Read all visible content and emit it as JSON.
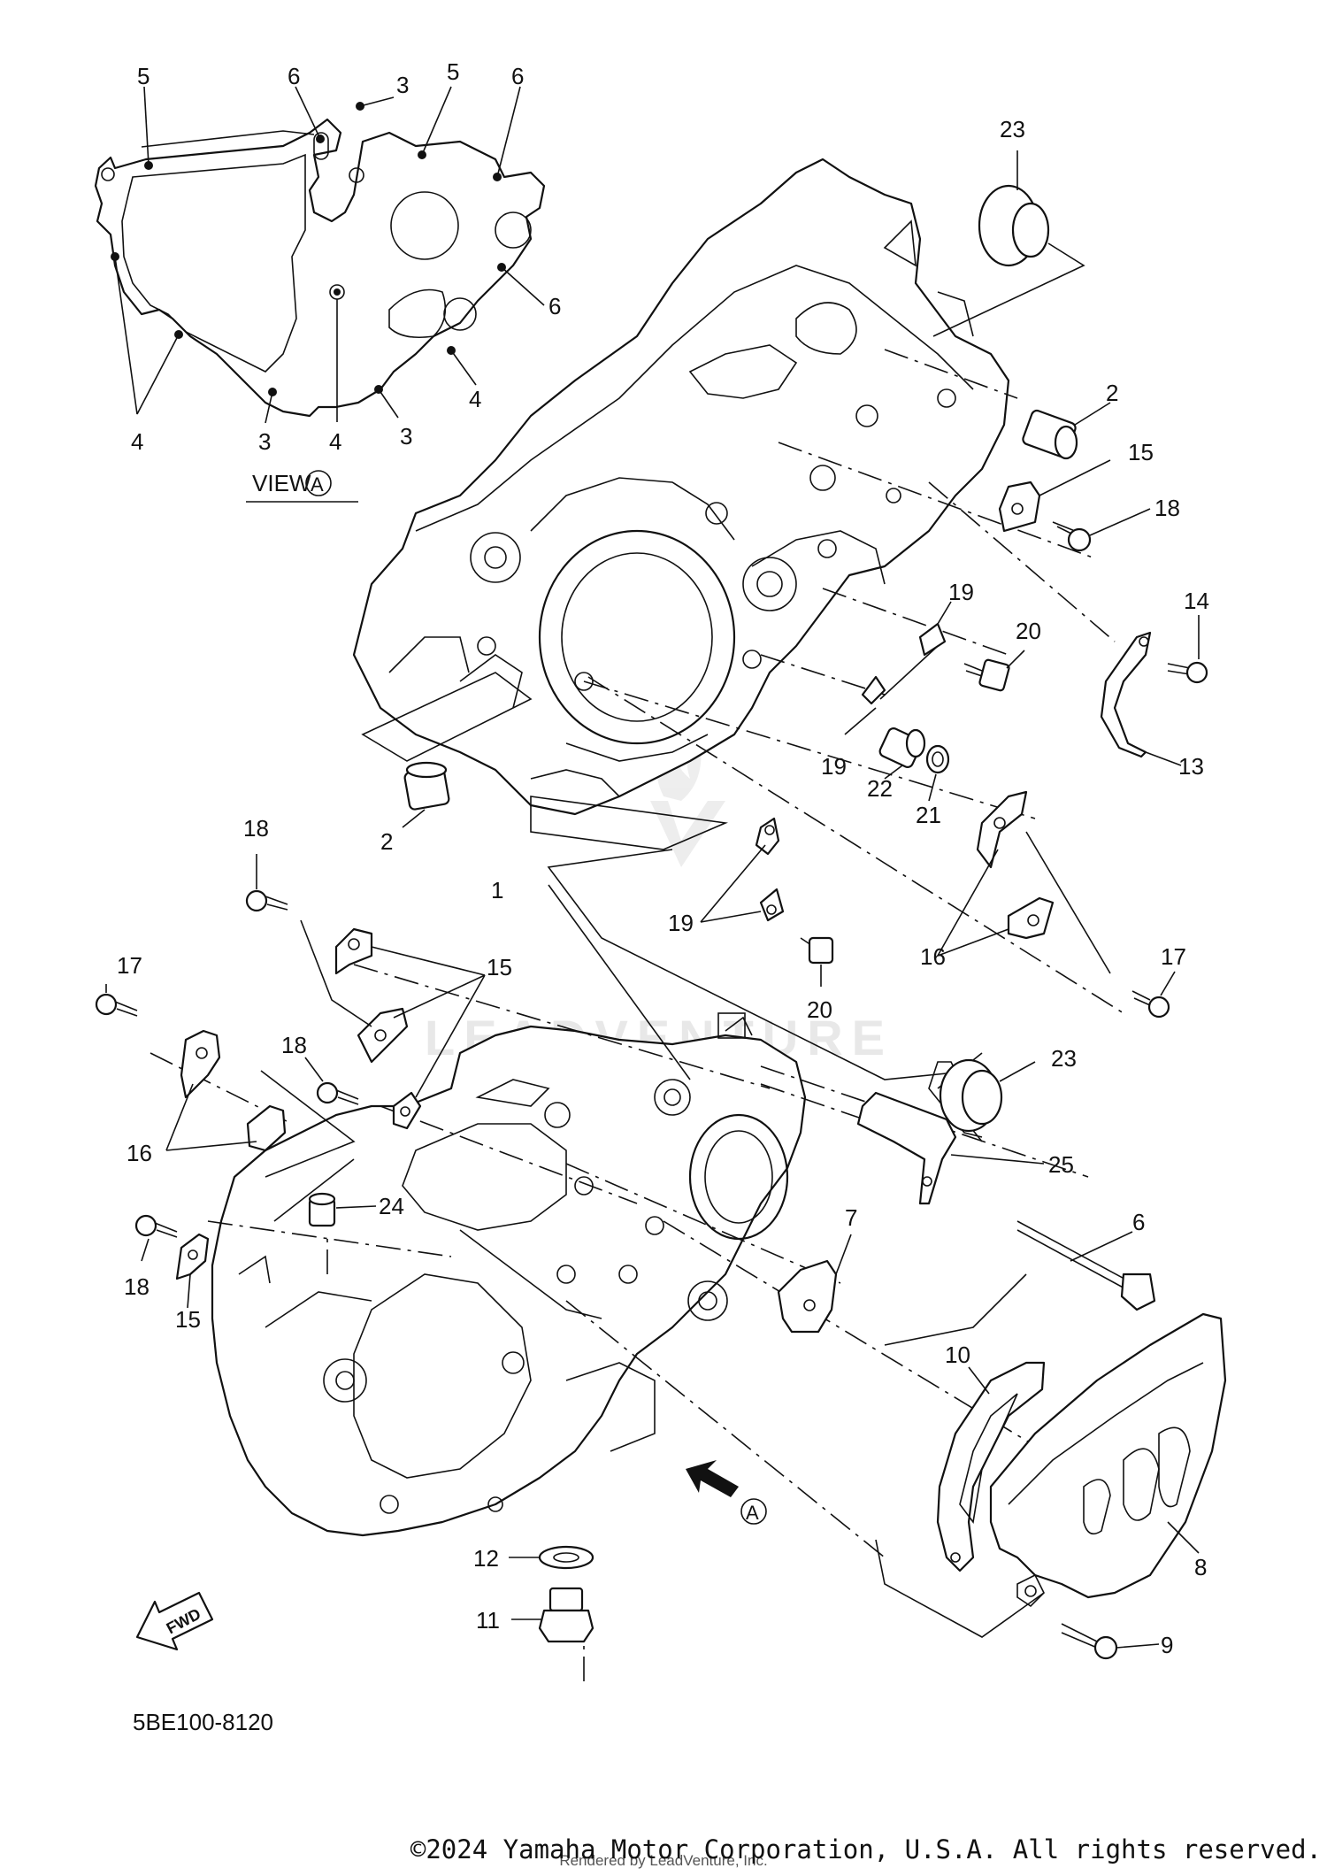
{
  "diagram": {
    "view_label": "VIEW",
    "view_marker": "A",
    "arrow_marker": "A",
    "fwd_label": "FWD",
    "part_code": "5BE100-8120",
    "watermark": "LEADVENTURE",
    "callouts": [
      "1",
      "2",
      "3",
      "4",
      "5",
      "6",
      "7",
      "8",
      "9",
      "10",
      "11",
      "12",
      "13",
      "14",
      "15",
      "16",
      "17",
      "18",
      "19",
      "20",
      "21",
      "22",
      "23",
      "24",
      "25"
    ]
  },
  "footer": {
    "copyright": "©2024 Yamaha Motor Corporation, U.S.A. All rights reserved.",
    "rendered_by": "Rendered by LeadVenture, Inc."
  }
}
